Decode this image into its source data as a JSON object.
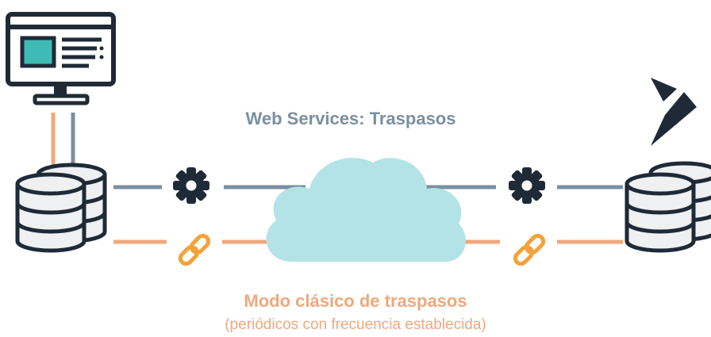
{
  "web_services_label": "Web Services: Traspasos",
  "classic_mode_label": "Modo clásico de traspasos",
  "classic_mode_detail": "(periódicos con frecuencia establecida)",
  "icons": {
    "computer": "monitor-icon",
    "brand": "dynamics-logo-icon",
    "database": "database-icon",
    "gear": "gear-icon",
    "link": "chain-link-icon",
    "cloud": "cloud-icon"
  },
  "colors": {
    "web_services_line": "#7b8fa0",
    "classic_line": "#f0a87c",
    "outline": "#1f2a36",
    "cloud_fill": "#b3e3e6",
    "screen_fill": "#3fbab6",
    "link_orange": "#f5a23a",
    "database_fill": "#eef0f2"
  }
}
